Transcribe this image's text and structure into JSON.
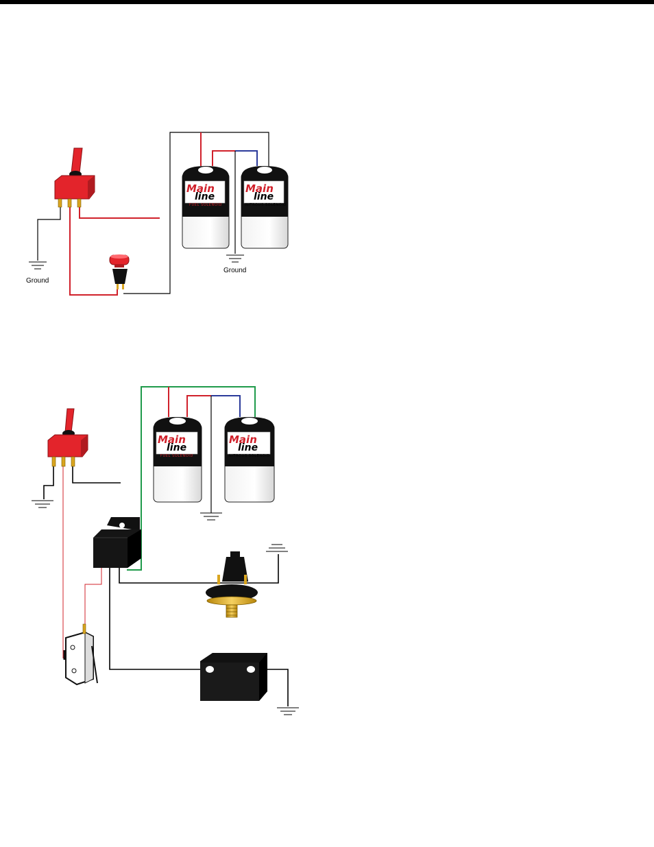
{
  "diagram1": {
    "ground_left_label": "Ground",
    "ground_right_label": "Ground",
    "solenoid_left": {
      "brand_line1": "Main",
      "brand_line2": "line",
      "subtitle": "nitrous systems",
      "name": "FUEL SOLENOID"
    },
    "solenoid_right": {
      "brand_line1": "Main",
      "brand_line2": "line",
      "subtitle": "nitrous systems",
      "name": "NITROUS SOLENOID"
    }
  },
  "diagram2": {
    "solenoid_left": {
      "brand_line1": "Main",
      "brand_line2": "line",
      "subtitle": "nitrous systems",
      "name": "FUEL SOLENOID"
    },
    "solenoid_right": {
      "brand_line1": "Main",
      "brand_line2": "line",
      "subtitle": "nitrous systems",
      "name": "NITROUS SOLENOID"
    }
  },
  "colors": {
    "wire_red": "#d0202a",
    "wire_blue": "#2b3a9a",
    "wire_green": "#1e9a4a",
    "wire_black": "#000000",
    "switch_red": "#e3242b",
    "brass": "#d9a520"
  }
}
